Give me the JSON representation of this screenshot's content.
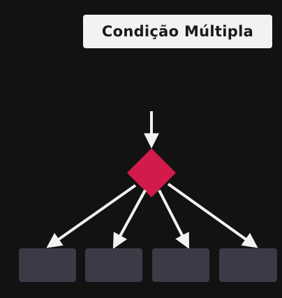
{
  "title": "Condição Múltipla",
  "colors": {
    "background": "#121212",
    "badge_bg": "#f2f2f2",
    "badge_text": "#1a1a1a",
    "decision_diamond": "#d21b4a",
    "arrow": "#f2f2f2",
    "branch_box": "#3a3b47"
  },
  "diagram": {
    "type": "multi-branch decision",
    "input_arrow": "single",
    "decision_node": "diamond",
    "branch_count": 4
  }
}
